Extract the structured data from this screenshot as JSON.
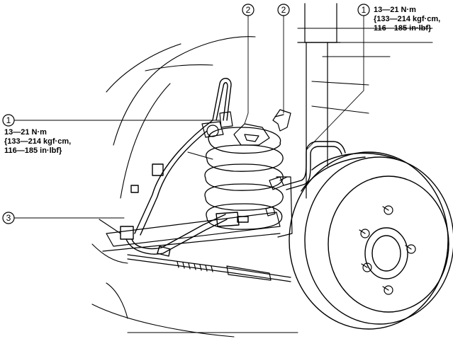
{
  "callouts": [
    {
      "id": "c1-top",
      "label": "1"
    },
    {
      "id": "c2-left",
      "label": "2"
    },
    {
      "id": "c2-right",
      "label": "2"
    },
    {
      "id": "c1-left",
      "label": "1"
    },
    {
      "id": "c3-left",
      "label": "3"
    }
  ],
  "torque_top": {
    "line1": "13—21 N·m",
    "line2": "{133—214 kgf·cm,",
    "line3": "116—185 in·lbf}"
  },
  "torque_left": {
    "line1": "13—21 N·m",
    "line2": "{133—214 kgf·cm,",
    "line3": "116—185 in·lbf}"
  }
}
